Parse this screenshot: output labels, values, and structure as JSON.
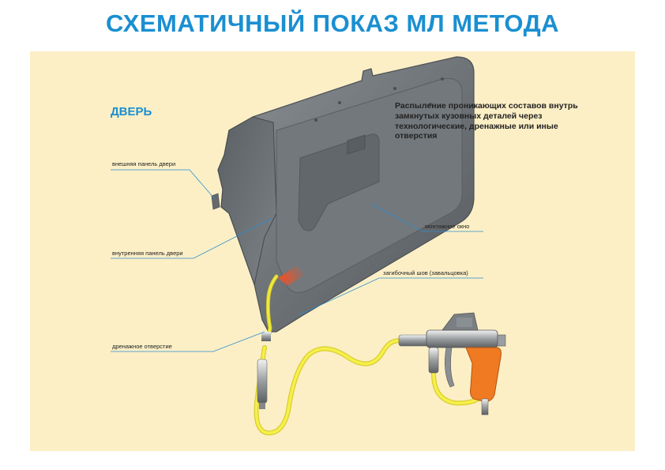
{
  "title": "СХЕМАТИЧНЫЙ ПОКАЗ МЛ МЕТОДА",
  "door_label": "ДВЕРЬ",
  "description": "Распыление проникающих составов внутрь замкнутых кузовных деталей через технологические, дренажные или иные отверстия",
  "callouts": {
    "outer_panel": "внешняя панель двери",
    "inner_panel": "внутренняя панель двери",
    "drain_hole": "дренажное отверстие",
    "mounting_window": "монтажное окно",
    "hem_seam": "загибочный шов (завальцовка)"
  },
  "colors": {
    "title": "#1a8fd1",
    "background_panel": "#fcefc6",
    "callout_line": "#2a8fd0",
    "door_metal": "#6d7276",
    "hose": "#f2ea3a",
    "gun_handle": "#f07a22",
    "spray": "#e8542c"
  }
}
